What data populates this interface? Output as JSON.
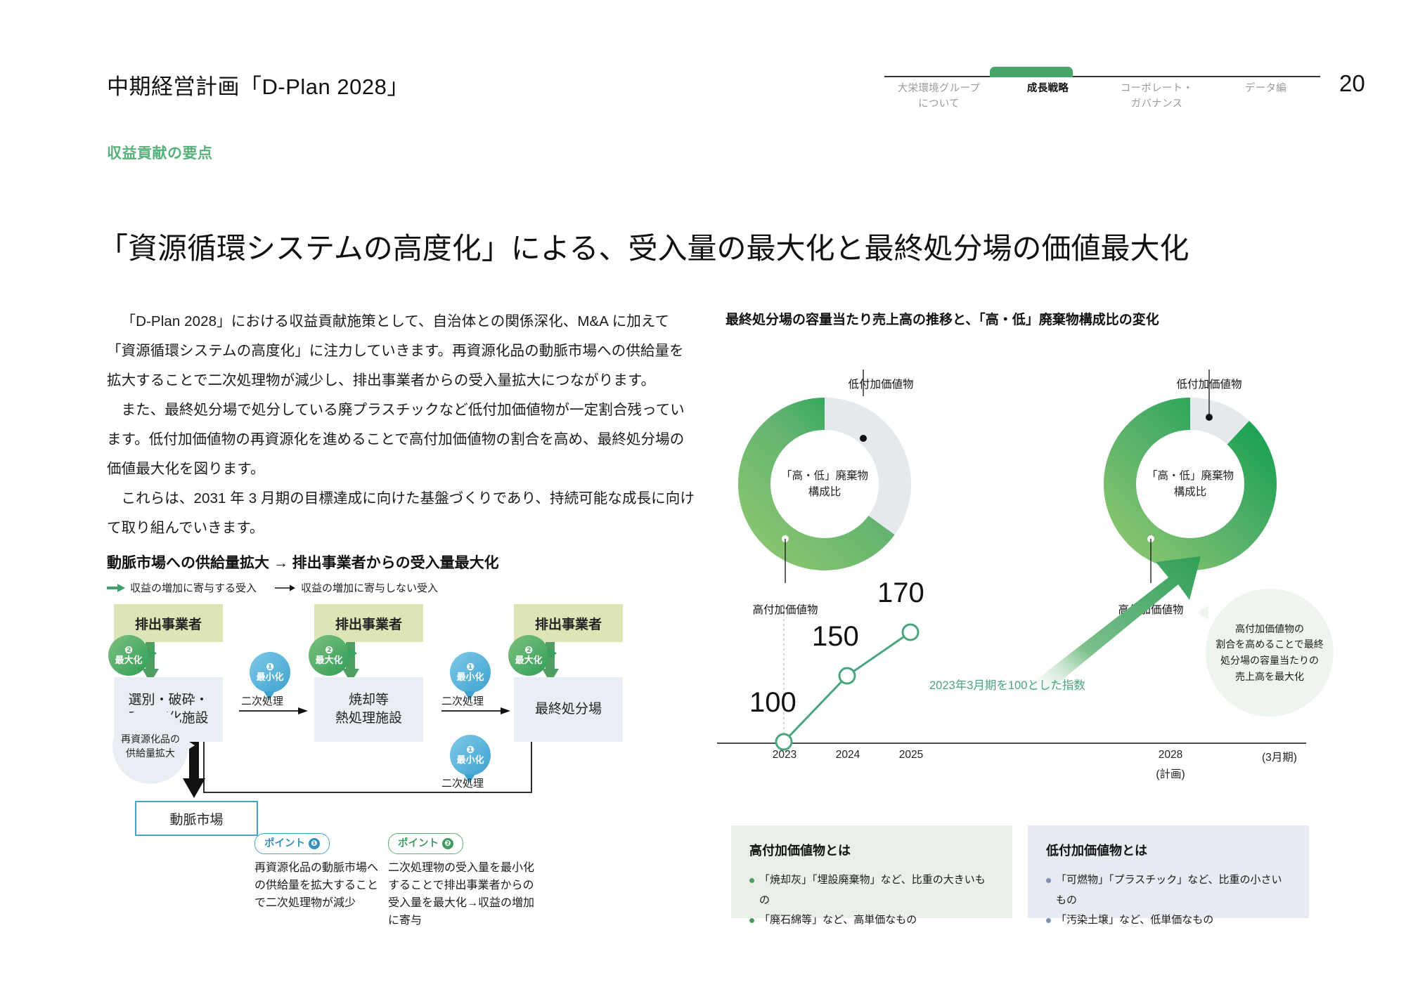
{
  "header": {
    "doc_title": "中期経営計画「D-Plan 2028」",
    "page_number": "20",
    "nav": [
      {
        "label_line1": "大栄環境グループ",
        "label_line2": "について",
        "active": false
      },
      {
        "label_line1": "成長戦略",
        "label_line2": "",
        "active": true
      },
      {
        "label_line1": "コーポレート・",
        "label_line2": "ガバナンス",
        "active": false
      },
      {
        "label_line1": "データ編",
        "label_line2": "",
        "active": false
      }
    ]
  },
  "section_label": "収益貢献の要点",
  "headline": "「資源循環システムの高度化」による、受入量の最大化と最終処分場の価値最大化",
  "body": {
    "p1": "「D-Plan 2028」における収益貢献施策として、自治体との関係深化、M&A に加えて「資源循環システムの高度化」に注力していきます。再資源化品の動脈市場への供給量を拡大することで二次処理物が減少し、排出事業者からの受入量拡大につながります。",
    "p2": "また、最終処分場で処分している廃プラスチックなど低付加価値物が一定割合残っています。低付加価値物の再資源化を進めることで高付加価値物の割合を高め、最終処分場の価値最大化を図ります。",
    "p3": "これらは、2031 年 3 月期の目標達成に向けた基盤づくりであり、持続可能な成長に向けて取り組んでいきます。"
  },
  "flow": {
    "heading": "動脈市場への供給量拡大 → 排出事業者からの受入量最大化",
    "legend": [
      {
        "label": "収益の増加に寄与する受入",
        "color": "#3fa06a"
      },
      {
        "label": "収益の増加に寄与しない受入",
        "color": "#111111"
      }
    ],
    "nodes": {
      "emitter1": "排出事業者",
      "emitter2": "排出事業者",
      "emitter3": "排出事業者",
      "facility1_line1": "選別・破砕・",
      "facility1_line2": "再資源化施設",
      "facility2_line1": "焼却等",
      "facility2_line2": "熱処理施設",
      "facility3": "最終処分場",
      "artery_market": "動脈市場"
    },
    "badges": {
      "max1_num": "❷",
      "max1_label": "最大化",
      "max2_num": "❷",
      "max2_label": "最大化",
      "max3_num": "❷",
      "max3_label": "最大化",
      "min1_num": "❶",
      "min1_label": "最小化",
      "min2_num": "❶",
      "min2_label": "最小化"
    },
    "edge_labels": {
      "secondary1": "二次処理",
      "secondary2": "二次処理",
      "secondary3": "二次処理"
    },
    "supply_bubble_line1": "再資源化品の",
    "supply_bubble_line2": "供給量拡大",
    "points": [
      {
        "tag_label": "ポイント",
        "tag_num": "❶",
        "body": "再資源化品の動脈市場への供給量を拡大することで二次処理物が減少"
      },
      {
        "tag_label": "ポイント",
        "tag_num": "❷",
        "body": "二次処理物の受入量を最小化することで排出事業者からの受入量を最大化→収益の増加に寄与"
      }
    ]
  },
  "chart_title": "最終処分場の容量当たり売上高の推移と、「高・低」廃棄物構成比の変化",
  "chart_data": [
    {
      "type": "pie",
      "name": "donut-left",
      "title": "「高・低」廃棄物構成比",
      "center_line1": "「高・低」廃棄物",
      "center_line2": "構成比",
      "categories": [
        "高付加価値物",
        "低付加価値物"
      ],
      "values": [
        65,
        35
      ],
      "colors": [
        "#4aa565",
        "#e4e9ee"
      ],
      "annotations": [
        "低付加価値物",
        "高付加価値物"
      ]
    },
    {
      "type": "pie",
      "name": "donut-right",
      "title": "「高・低」廃棄物構成比",
      "center_line1": "「高・低」廃棄物",
      "center_line2": "構成比",
      "categories": [
        "高付加価値物",
        "低付加価値物"
      ],
      "values": [
        88,
        12
      ],
      "colors": [
        "#4aa565",
        "#e4e9ee"
      ],
      "annotations": [
        "低付加価値物",
        "高付加価値物"
      ]
    },
    {
      "type": "line",
      "name": "capacity-sales-index",
      "title": "最終処分場の容量当たり売上高の推移",
      "note": "2023年3月期を100とした指数",
      "categories": [
        "2023",
        "2024",
        "2025",
        "2028"
      ],
      "tick_labels": [
        "2023",
        "2024",
        "2025",
        "2028\n(計画)"
      ],
      "tick_sub": "(計画)",
      "axis_unit": "(3月期)",
      "values": [
        100,
        150,
        170,
        null
      ],
      "data_labels": [
        "100",
        "150",
        "170"
      ],
      "line_color": "#4aa57e",
      "ylim": [
        0,
        200
      ],
      "grid": false
    }
  ],
  "donut_left": {
    "center_line1": "「高・低」廃棄物",
    "center_line2": "構成比",
    "label_low": "低付加価値物",
    "label_high": "高付加価値物"
  },
  "donut_right": {
    "center_line1": "「高・低」廃棄物",
    "center_line2": "構成比",
    "label_low": "低付加価値物",
    "label_high": "高付加価値物"
  },
  "line_chart": {
    "values": [
      "100",
      "150",
      "170"
    ],
    "note": "2023年3月期を100とした指数",
    "x_labels": [
      "2023",
      "2024",
      "2025"
    ],
    "x_label_plan": "2028",
    "x_label_plan_sub": "(計画)",
    "x_unit": "(3月期)"
  },
  "callout": {
    "line1": "高付加価値物の",
    "line2": "割合を高めることで最終",
    "line3": "処分場の容量当たりの",
    "line4": "売上高を最大化"
  },
  "definitions": [
    {
      "heading": "高付加価値物とは",
      "items": [
        "「焼却灰」「埋設廃棄物」など、比重の大きいもの",
        "「廃石綿等」など、高単価なもの"
      ]
    },
    {
      "heading": "低付加価値物とは",
      "items": [
        "「可燃物」「プラスチック」など、比重の小さいもの",
        "「汚染土壌」など、低単価なもの"
      ]
    }
  ],
  "colors": {
    "brand_green": "#4aa565",
    "accent_green": "#57b07a",
    "accent_blue": "#4aa3c7",
    "node_green": "#dde5b6",
    "node_gray": "#e9eef4"
  }
}
